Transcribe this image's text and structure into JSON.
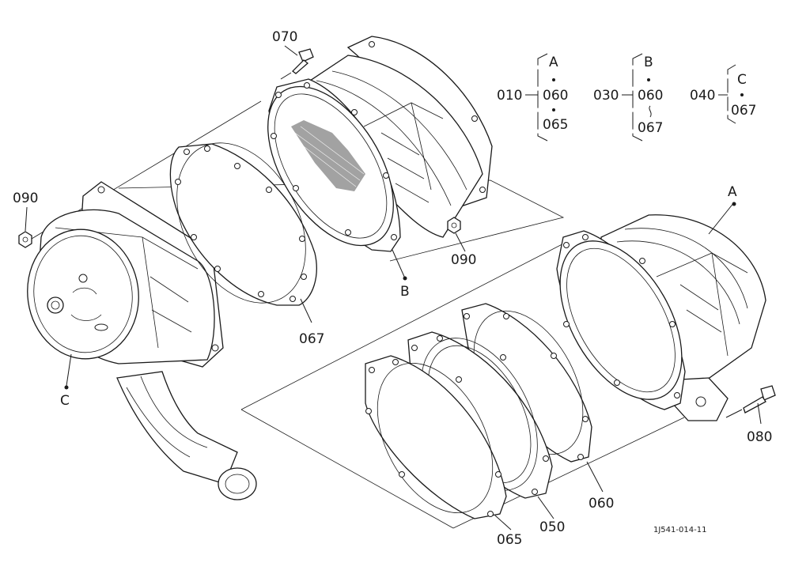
{
  "labels": {
    "p070": "070",
    "p090_left": "090",
    "p090_mid": "090",
    "p067": "067",
    "p080": "080",
    "p060": "060",
    "p050": "050",
    "p065": "065",
    "ref_a": "A",
    "ref_b": "B",
    "ref_c": "C"
  },
  "legend": [
    {
      "code": "010",
      "items": [
        "A",
        "060",
        "065"
      ],
      "separators": [
        "dot",
        "dot"
      ]
    },
    {
      "code": "030",
      "items": [
        "B",
        "060",
        "067"
      ],
      "separators": [
        "dot",
        "range"
      ]
    },
    {
      "code": "040",
      "items": [
        "C",
        "067"
      ],
      "separators": [
        "dot"
      ]
    }
  ],
  "drawing_code": "1J541-014-11"
}
